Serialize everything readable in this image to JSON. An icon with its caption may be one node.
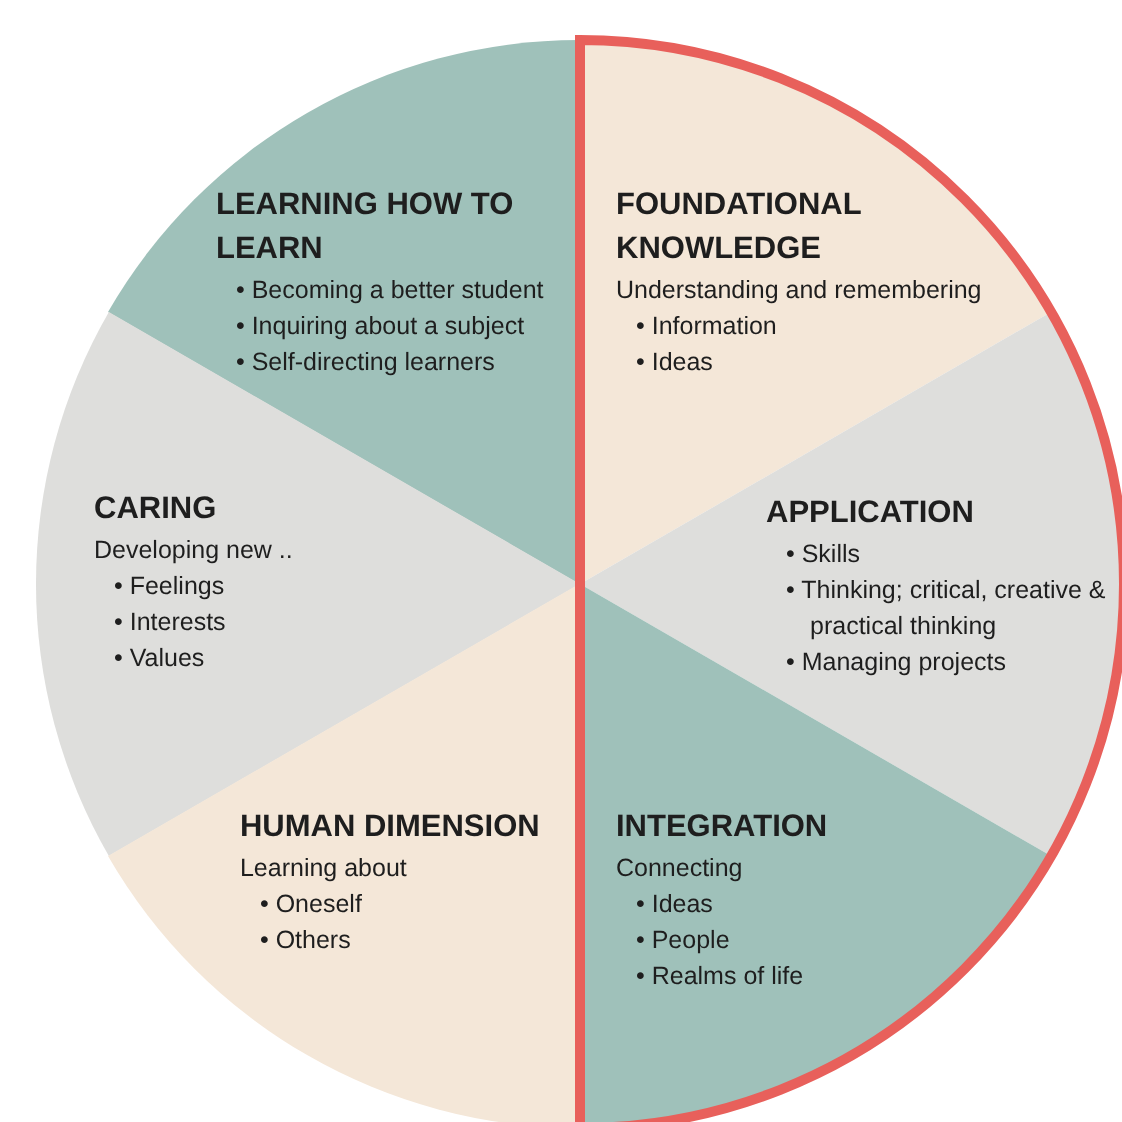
{
  "diagram": {
    "nodes": [
      {
        "text": [
          "LEARNING HOW TO LEARN",
          "• Becoming a better student",
          "• Inquiring about a subject",
          "• Self-directing learners"
        ]
      },
      {
        "text": [
          "FOUNDATIONAL KNOWLEDGE",
          "Understanding and remembering",
          "• Information",
          "• Ideas"
        ]
      },
      {
        "text": [
          "CARING",
          "Developing new ..",
          "• Feelings",
          "• Interests",
          "• Values"
        ]
      },
      {
        "text": [
          "APPLICATION",
          "• Skills",
          "• Thinking; critical, creative & practical thinking",
          "• Managing projects"
        ]
      },
      {
        "text": [
          "HUMAN DIMENSION",
          "Learning about",
          "• Oneself",
          "• Others"
        ]
      },
      {
        "text": [
          "INTEGRATION",
          "Connecting",
          "• Ideas",
          "• People",
          "• Realms of life"
        ]
      }
    ]
  }
}
